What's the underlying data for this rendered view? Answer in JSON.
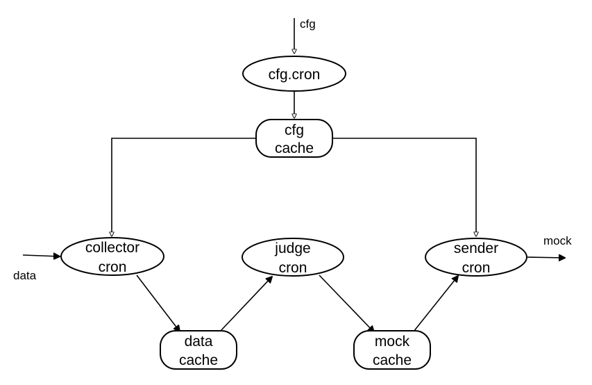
{
  "nodes": {
    "cfg_cron": {
      "line1": "cfg.cron"
    },
    "cfg_cache": {
      "line1": "cfg",
      "line2": "cache"
    },
    "collector_cron": {
      "line1": "collector",
      "line2": "cron"
    },
    "judge_cron": {
      "line1": "judge",
      "line2": "cron"
    },
    "sender_cron": {
      "line1": "sender",
      "line2": "cron"
    },
    "data_cache": {
      "line1": "data",
      "line2": "cache"
    },
    "mock_cache": {
      "line1": "mock",
      "line2": "cache"
    }
  },
  "io": {
    "cfg_input": "cfg",
    "data_input": "data",
    "mock_output": "mock"
  }
}
